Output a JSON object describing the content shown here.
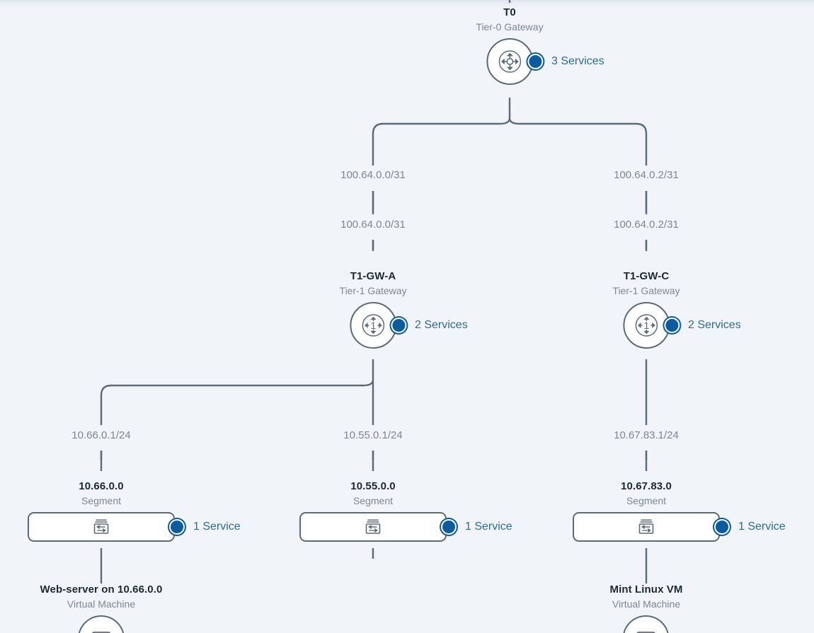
{
  "diagram": {
    "kind": "network-topology",
    "background_color": "#f1f4f9",
    "edge_color": "#5d6b78",
    "accent_color": "#0a5c9e",
    "service_text_color": "#2f6a9e",
    "muted_text_color": "#7c8794"
  },
  "nodes": {
    "t0": {
      "title": "T0",
      "subtitle": "Tier-0 Gateway",
      "icon": "tier0-router-icon",
      "service_badge": "3 Services"
    },
    "t1_a": {
      "title": "T1-GW-A",
      "subtitle": "Tier-1 Gateway",
      "icon": "tier1-router-icon",
      "icon_digit": "1",
      "service_badge": "2 Services"
    },
    "t1_c": {
      "title": "T1-GW-C",
      "subtitle": "Tier-1 Gateway",
      "icon": "tier1-router-icon",
      "icon_digit": "1",
      "service_badge": "2 Services"
    },
    "seg_1066": {
      "title": "10.66.0.0",
      "subtitle": "Segment",
      "icon": "segment-switch-icon",
      "service_badge": "1 Service"
    },
    "seg_1055": {
      "title": "10.55.0.0",
      "subtitle": "Segment",
      "icon": "segment-switch-icon",
      "service_badge": "1 Service"
    },
    "seg_1067": {
      "title": "10.67.83.0",
      "subtitle": "Segment",
      "icon": "segment-switch-icon",
      "service_badge": "1 Service"
    },
    "vm_web": {
      "title": "Web-server on 10.66.0.0",
      "subtitle": "Virtual Machine",
      "icon": "virtual-machine-icon"
    },
    "vm_mint": {
      "title": "Mint Linux VM",
      "subtitle": "Virtual Machine",
      "icon": "virtual-machine-icon"
    }
  },
  "edge_labels": {
    "t0_to_t1a_upper": "100.64.0.0/31",
    "t0_to_t1a_lower": "100.64.0.0/31",
    "t0_to_t1c_upper": "100.64.0.2/31",
    "t0_to_t1c_lower": "100.64.0.2/31",
    "t1a_to_seg1066": "10.66.0.1/24",
    "t1a_to_seg1055": "10.55.0.1/24",
    "t1c_to_seg1067": "10.67.83.1/24"
  }
}
